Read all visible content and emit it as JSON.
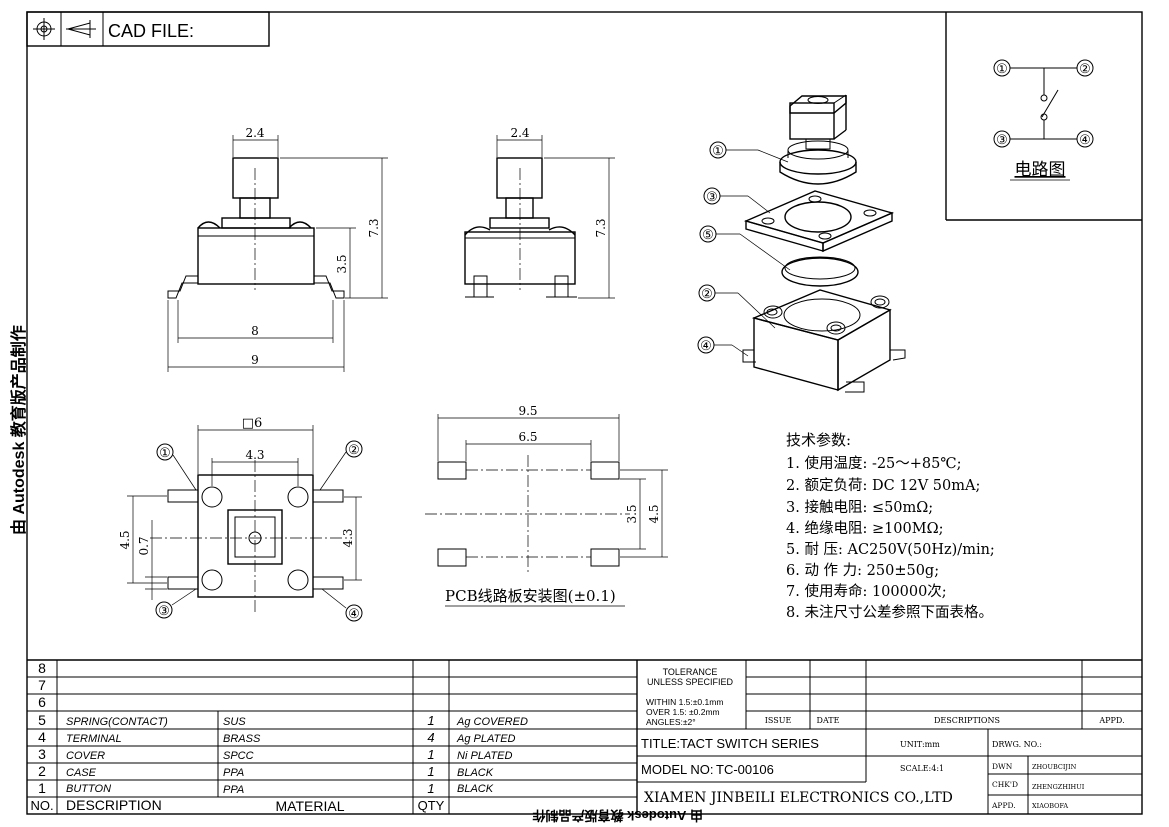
{
  "header": {
    "cad_file_label": "CAD FILE:"
  },
  "watermark": {
    "left": "由 Autodesk 教育版产品制作",
    "bottom": "由 Autodesk 教育版产品制作"
  },
  "dims": {
    "d2_4": "2.4",
    "d7_3": "7.3",
    "d3_5": "3.5",
    "d8": "8",
    "d9": "9",
    "sq6": "□6",
    "d4_3": "4.3",
    "d4_5": "4.5",
    "d0_7": "0.7",
    "d9_5": "9.5",
    "d6_5": "6.5"
  },
  "callouts": {
    "c1": "①",
    "c2": "②",
    "c3": "③",
    "c4": "④",
    "c5": "⑤"
  },
  "circuit": {
    "title": "电路图"
  },
  "pcb": {
    "caption": "PCB线路板安装图(±0.1)"
  },
  "specs": {
    "title": "技术参数:",
    "items": [
      "1.  使用温度: -25～+85℃;",
      "2.  额定负荷: DC 12V 50mA;",
      "3.  接触电阻: ≤50mΩ;",
      "4.  绝缘电阻: ≥100MΩ;",
      "5.  耐    压: AC250V(50Hz)/min;",
      "6.  动 作 力: 250±50g;",
      "7.  使用寿命: 100000次;",
      "8.  未注尺寸公差参照下面表格。"
    ]
  },
  "bom": {
    "headers": {
      "no": "NO.",
      "description": "DESCRIPTION",
      "material": "MATERIAL",
      "qty": "QTY"
    },
    "rows": [
      {
        "no": "8",
        "description": "",
        "material": "",
        "qty": "",
        "finish": ""
      },
      {
        "no": "7",
        "description": "",
        "material": "",
        "qty": "",
        "finish": ""
      },
      {
        "no": "6",
        "description": "",
        "material": "",
        "qty": "",
        "finish": ""
      },
      {
        "no": "5",
        "description": "SPRING(CONTACT)",
        "material": "SUS",
        "qty": "1",
        "finish": "Ag COVERED"
      },
      {
        "no": "4",
        "description": "TERMINAL",
        "material": "BRASS",
        "qty": "4",
        "finish": "Ag PLATED"
      },
      {
        "no": "3",
        "description": "COVER",
        "material": "SPCC",
        "qty": "1",
        "finish": "Ni PLATED"
      },
      {
        "no": "2",
        "description": "CASE",
        "material": "PPA",
        "qty": "1",
        "finish": "BLACK"
      },
      {
        "no": "1",
        "description": "BUTTON",
        "material": "PPA",
        "qty": "1",
        "finish": "BLACK"
      }
    ]
  },
  "titleblock": {
    "tol1": "TOLERANCE",
    "tol2": "UNLESS SPECIFIED",
    "tol3": "WITHIN 1.5:±0.1mm",
    "tol4": "OVER 1.5: ±0.2mm",
    "tol5": "ANGLES:±2°",
    "issue": "ISSUE",
    "date": "DATE",
    "descriptions": "DESCRIPTIONS",
    "appd_col": "APPD.",
    "title": "TITLE:TACT SWITCH SERIES",
    "model_label": "MODEL NO:",
    "model_no": "TC-00106",
    "company": "XIAMEN JINBEILI ELECTRONICS CO.,LTD",
    "unit": "UNIT:mm",
    "scale": "SCALE:4:1",
    "drwg_no": "DRWG. NO.:",
    "dwn_label": "DWN",
    "dwn_name": "ZHOUBCIJIN",
    "chkd_label": "CHK'D",
    "chkd_name": "ZHENGZHIHUI",
    "appd_label": "APPD.",
    "appd_name": "XIAOBOFA"
  }
}
